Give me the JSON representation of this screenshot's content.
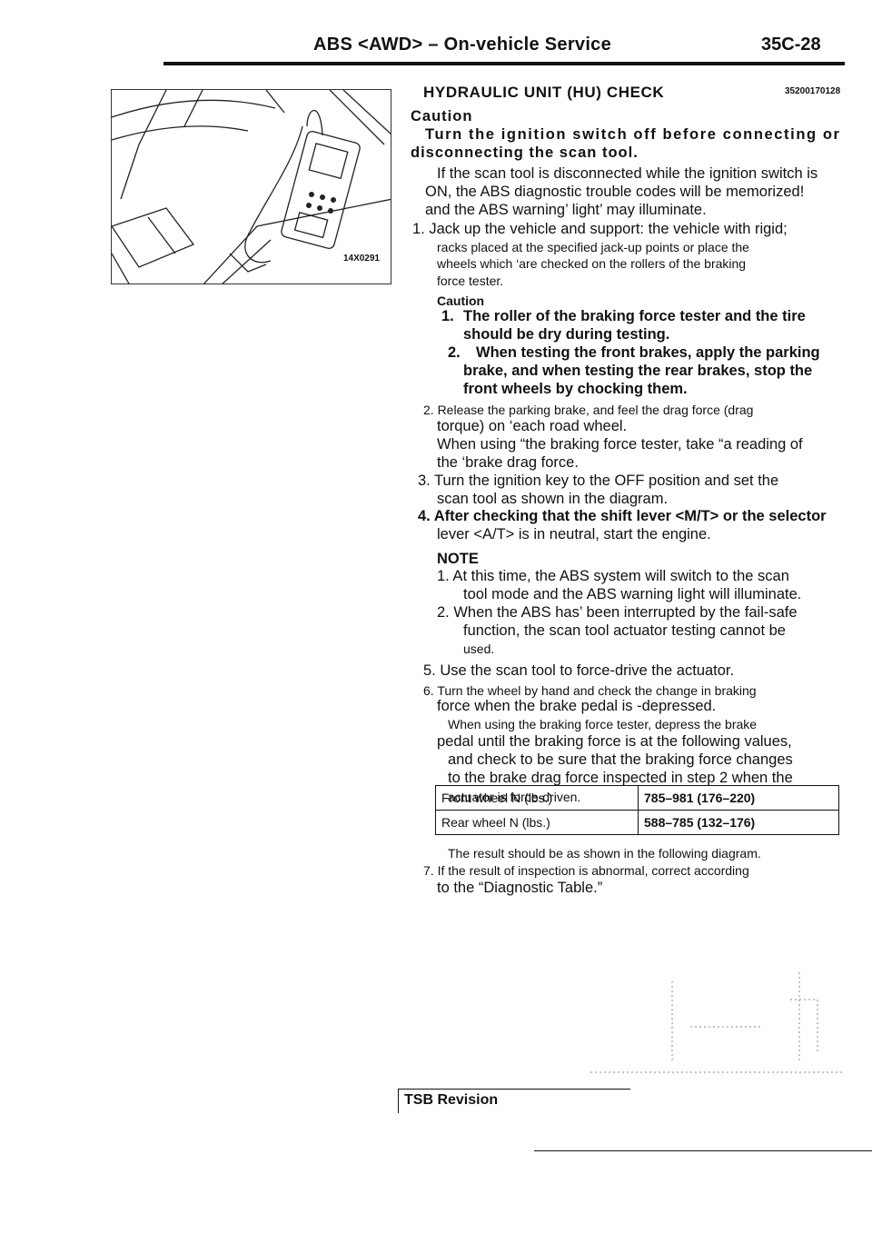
{
  "header": {
    "title": "ABS <AWD> – On-vehicle Service",
    "page_code": "35C-28"
  },
  "figure": {
    "label": "14X0291"
  },
  "section": {
    "title": "HYDRAULIC UNIT (HU) CHECK",
    "code": "35200170128"
  },
  "caution1": {
    "heading": "Caution",
    "line1": "Turn the ignition switch off before connecting or",
    "line2": "disconnecting the scan tool."
  },
  "intro": {
    "line1": "If the scan tool is disconnected while the ignition switch is",
    "line2": "ON, the ABS diagnostic trouble codes will be memorized!",
    "line3": "and the ABS warning’ light’ may illuminate."
  },
  "step1": {
    "line1": "1. Jack up the vehicle and support: the vehicle with rigid;",
    "line2": "racks placed at the specified jack-up points or place the",
    "line3": "wheels which ‘are checked on the rollers of the braking",
    "line4": "force tester."
  },
  "caution2": {
    "heading": "Caution",
    "item1_num": "1.",
    "item1_line1": "The roller of the braking force tester and the tire",
    "item1_line2": "should be dry during testing.",
    "item2_num": "2.",
    "item2_line1": "When testing the front brakes, apply the parking",
    "item2_line2": "brake, and when testing the rear brakes, stop the",
    "item2_line3": "front wheels by chocking them."
  },
  "step2": {
    "line1": "2. Release the parking brake, and feel the drag force (drag",
    "line2": "torque) on ‘each road wheel.",
    "line3": "When using “the braking force tester, take “a reading of",
    "line4": "the ‘brake drag force."
  },
  "step3": {
    "line1": "3. Turn the ignition key to the OFF position and set the",
    "line2": "scan tool as shown in the diagram."
  },
  "step4": {
    "line1": "4. After checking that the shift lever <M/T> or the selector",
    "line2": "lever <A/T> is in neutral, start the engine."
  },
  "note": {
    "heading": "NOTE",
    "item1_line1": "1. At this time, the ABS system will switch to the scan",
    "item1_line2": "tool mode and the ABS warning light will illuminate.",
    "item2_line1": "2. When the ABS has’ been interrupted by the fail-safe",
    "item2_line2": "function, the scan tool actuator testing cannot be",
    "item2_line3": "used."
  },
  "step5": {
    "line1": "5. Use the scan tool to force-drive the actuator."
  },
  "step6": {
    "line1": "6. Turn the wheel by hand and check the change in braking",
    "line2": "force when the brake pedal is -depressed.",
    "line3": "When using the braking force tester, depress the brake",
    "line4": "pedal until the braking force is at the following values,",
    "line5": "and check to be sure that the braking force changes",
    "line6": "to the brake drag force inspected in step 2 when the",
    "line7": "actuator is force-driven."
  },
  "table": {
    "rows": [
      {
        "label": "Front wheel N (lbs.)",
        "value": "785–981 (176–220)"
      },
      {
        "label": "Rear wheel N (lbs.)",
        "value": "588–785 (132–176)"
      }
    ]
  },
  "result": {
    "line1": "The result should be as shown in the following diagram."
  },
  "step7": {
    "line1": "7. If the result of inspection is abnormal, correct according",
    "line2": "to the “Diagnostic Table.”"
  },
  "footer": {
    "tsb": "TSB Revision"
  }
}
